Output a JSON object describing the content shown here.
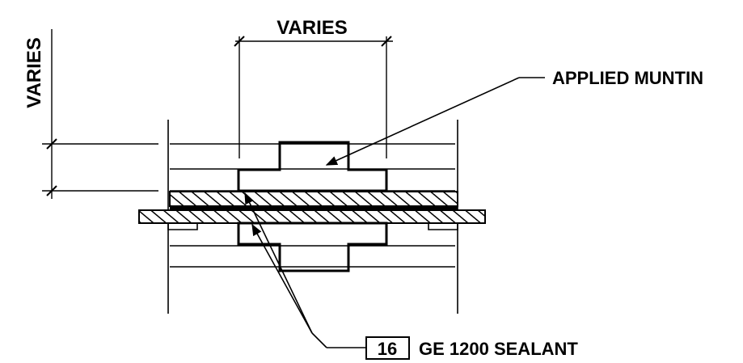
{
  "labels": {
    "dim_top": "VARIES",
    "dim_side": "VARIES",
    "muntin": "APPLIED MUNTIN",
    "callout_number": "16",
    "sealant": "GE 1200 SEALANT"
  }
}
